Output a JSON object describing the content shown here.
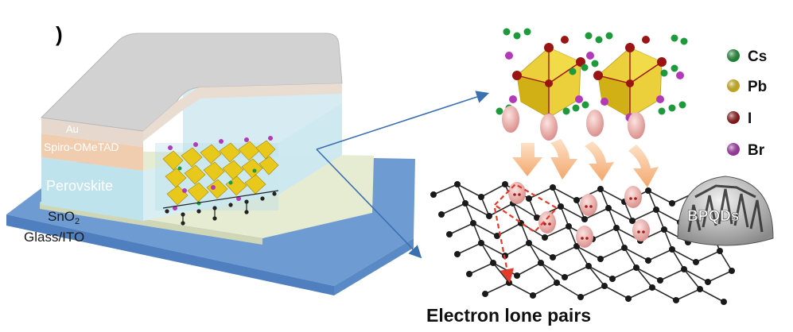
{
  "panel_mark": ")",
  "device": {
    "layers": {
      "au": "Au",
      "spiro": "Spiro-OMeTAD",
      "perovskite": "Perovskite",
      "sno2_base": "SnO",
      "sno2_sub": "2",
      "glass": "Glass/ITO"
    }
  },
  "legend": {
    "items": [
      {
        "label": "Cs",
        "color": "#1e9a3c"
      },
      {
        "label": "Pb",
        "color": "#e8c81a"
      },
      {
        "label": "I",
        "color": "#9a1414"
      },
      {
        "label": "Br",
        "color": "#b23ab8"
      }
    ]
  },
  "bpqd_label": "BPQDs",
  "caption": "Electron lone pairs",
  "colors": {
    "au": "#c8c8c8",
    "spiro": "#f1cdb0",
    "perovskite": "#bfe3ec",
    "sno2": "#e6ecd2",
    "glass": "#6f9bd3",
    "arrow": "#3a6fb0",
    "flow_arrow": "#f6b98a",
    "lone_pair": "#e8a9a4",
    "red_dash": "#e53a2a"
  }
}
